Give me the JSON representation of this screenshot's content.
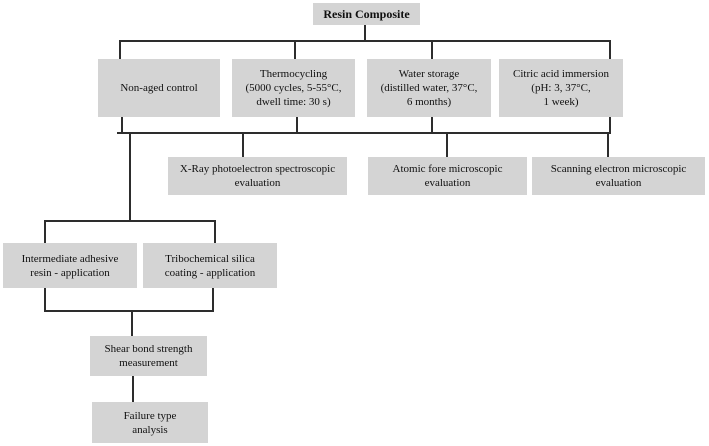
{
  "figure": {
    "title": "Resin Composite study flowchart",
    "type": "flowchart"
  },
  "theme": {
    "box_fill": "#d4d4d4",
    "line_color": "#2d2d2d",
    "text_color": "#101010",
    "background": "#ffffff"
  },
  "nodes": {
    "resin": {
      "lines": [
        "Resin Composite"
      ]
    },
    "non_aged": {
      "lines": [
        "Non-aged control"
      ]
    },
    "thermo": {
      "lines": [
        "Thermocycling",
        "(5000 cycles, 5-55°C,",
        "dwell time: 30 s)"
      ]
    },
    "water": {
      "lines": [
        "Water storage",
        "(distilled water, 37°C,",
        "6 months)"
      ]
    },
    "citric": {
      "lines": [
        "Citric acid immersion",
        "(pH: 3, 37°C,",
        "1 week)"
      ]
    },
    "xps": {
      "lines": [
        "X-Ray photoelectron spectroscopic",
        "evaluation"
      ]
    },
    "afm": {
      "lines": [
        "Atomic fore microscopic",
        "evaluation"
      ]
    },
    "sem": {
      "lines": [
        "Scanning electron microscopic",
        "evaluation"
      ]
    },
    "iar": {
      "lines": [
        "Intermediate adhesive",
        "resin - application"
      ]
    },
    "tsc": {
      "lines": [
        "Tribochemical silica",
        "coating - application"
      ]
    },
    "sbs": {
      "lines": [
        "Shear bond strength",
        "measurement"
      ]
    },
    "fta": {
      "lines": [
        "Failure type",
        "analysis"
      ]
    }
  }
}
